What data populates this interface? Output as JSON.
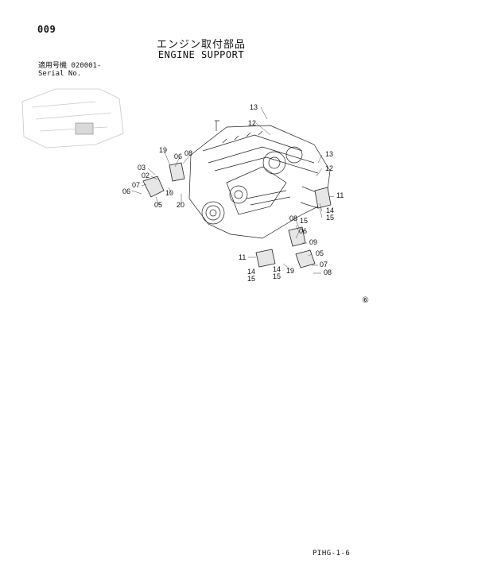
{
  "header": {
    "page_number": "009",
    "title_jp": "エンジン取付部品",
    "title_en": "ENGINE SUPPORT",
    "serial_label_jp": "適用号機",
    "serial_value": "020001-",
    "serial_label_en": "Serial No."
  },
  "diagram": {
    "callouts": [
      "13",
      "12",
      "19",
      "06",
      "08",
      "03",
      "02",
      "07",
      "06",
      "10",
      "05",
      "20",
      "13",
      "12",
      "11",
      "14",
      "15",
      "08",
      "15",
      "06",
      "09",
      "05",
      "11",
      "07",
      "14",
      "15",
      "19",
      "08",
      "14",
      "15"
    ],
    "reference_mark": "⑥"
  },
  "footer": {
    "doc_code": "PIHG-1-6"
  }
}
